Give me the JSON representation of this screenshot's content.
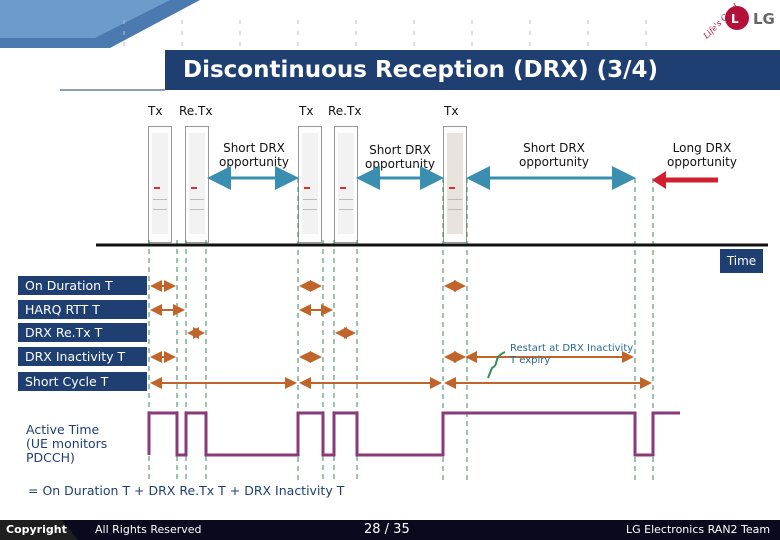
{
  "header": {
    "title": "Discontinuous Reception (DRX) (3/4)",
    "logo_text": "LG",
    "tagline": "Life's Good"
  },
  "top_labels": {
    "tx1": "Tx",
    "retx1": "Re.Tx",
    "tx2": "Tx",
    "retx2": "Re.Tx",
    "tx3": "Tx"
  },
  "opportunities": {
    "short1": "Short DRX\nopportunity",
    "short2": "Short DRX\nopportunity",
    "short3": "Short DRX\nopportunity",
    "long": "Long DRX\nopportunity"
  },
  "time_label": "Time",
  "rows": {
    "on_duration": "On Duration T",
    "harq_rtt": "HARQ RTT T",
    "drx_retx": "DRX Re.Tx T",
    "drx_inactivity": "DRX Inactivity T",
    "short_cycle": "Short Cycle T"
  },
  "restart_note": "Restart at DRX Inactivity\nT expiry",
  "active_time_label": "Active Time\n(UE monitors\nPDCCH)",
  "formula": "= On Duration T + DRX Re.Tx T + DRX Inactivity T",
  "footer": {
    "copyright": "Copyright",
    "rights": "All Rights Reserved",
    "page": "28 / 35",
    "team": "LG Electronics RAN2 Team"
  },
  "colors": {
    "navy": "#1f3f73",
    "arrow_blue": "#3a8fb0",
    "arrow_red": "#d02030",
    "timer_orange": "#c0642a",
    "active_purple": "#8a3a7a",
    "guide_green": "#3a8a5a"
  }
}
